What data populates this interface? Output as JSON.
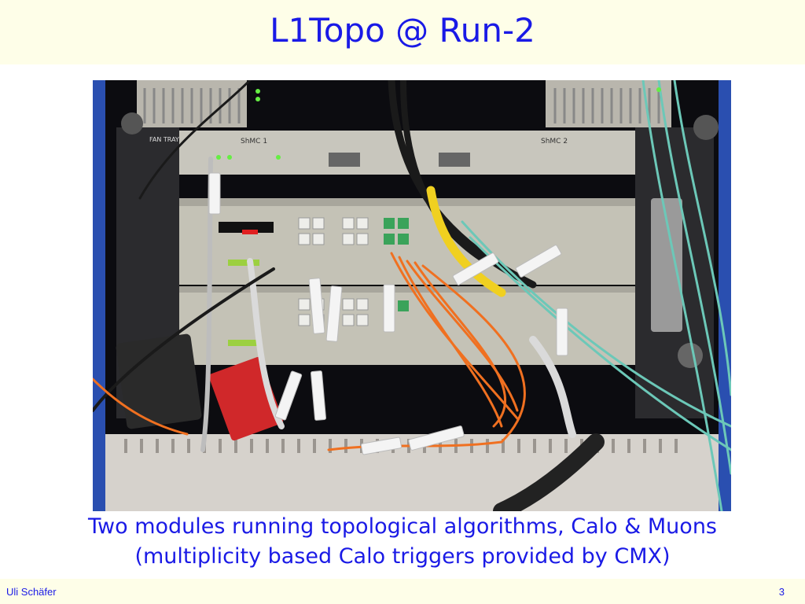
{
  "slide": {
    "title": "L1Topo @ Run-2",
    "caption_line1": "Two modules running topological algorithms, Calo & Muons",
    "caption_line2": "(multiplicity based Calo triggers provided by CMX)",
    "author": "Uli Schäfer",
    "page_number": "3"
  },
  "photo": {
    "labels": {
      "fan_tray": "FAN TRAY",
      "shmc1": "ShMC 1",
      "shmc2": "ShMC 2"
    }
  },
  "colors": {
    "title_text": "#1a1ae6",
    "band_background": "#fefee8"
  }
}
